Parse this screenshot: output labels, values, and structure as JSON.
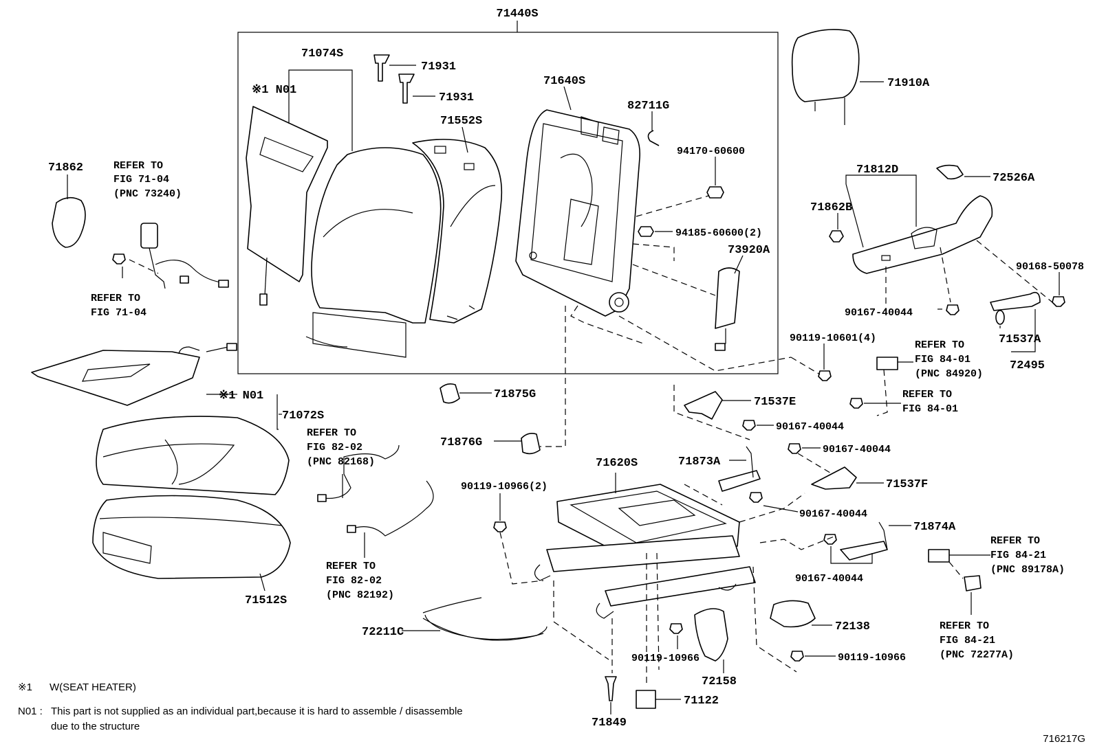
{
  "labels": {
    "l71440S": "71440S",
    "l71074S": "71074S",
    "l71931a": "71931",
    "l71931b": "71931",
    "l71640S": "71640S",
    "l82711G": "82711G",
    "l71552S": "71552S",
    "l94170": "94170-60600",
    "l94185": "94185-60600(2)",
    "l73920A": "73920A",
    "l71910A": "71910A",
    "l71812D": "71812D",
    "l72526A": "72526A",
    "l71862B": "71862B",
    "l90168": "90168-50078",
    "l90167a": "90167-40044",
    "l71537A": "71537A",
    "l72495": "72495",
    "l90119_10601": "90119-10601(4)",
    "l71862": "71862",
    "l71072S": "71072S",
    "l71512S": "71512S",
    "l71875G": "71875G",
    "l71876G": "71876G",
    "l71537E": "71537E",
    "l90167b": "90167-40044",
    "l90167c": "90167-40044",
    "l71537F": "71537F",
    "l71620S": "71620S",
    "l71873A": "71873A",
    "l90167d": "90167-40044",
    "l71874A": "71874A",
    "l90167e": "90167-40044",
    "l90119_10966x2": "90119-10966(2)",
    "l72211C": "72211C",
    "l72138": "72138",
    "l90119_10966a": "90119-10966",
    "l90119_10966b": "90119-10966",
    "l72158": "72158",
    "l71122": "71122",
    "l71849": "71849",
    "n01a": "※1 N01",
    "n01b": "※1 N01"
  },
  "refs": {
    "r1": [
      "REFER TO",
      "FIG 71-04",
      "(PNC 73240)"
    ],
    "r2": [
      "REFER TO",
      "FIG 71-04"
    ],
    "r3": [
      "REFER TO",
      "FIG 82-02",
      "(PNC 82168)"
    ],
    "r4": [
      "REFER TO",
      "FIG 82-02",
      "(PNC 82192)"
    ],
    "r5": [
      "REFER TO",
      "FIG 84-01",
      "(PNC 84920)"
    ],
    "r6": [
      "REFER TO",
      "FIG 84-01"
    ],
    "r7": [
      "REFER TO",
      "FIG 84-21",
      "(PNC 89178A)"
    ],
    "r8": [
      "REFER TO",
      "FIG 84-21",
      "(PNC 72277A)"
    ]
  },
  "notes": {
    "n1_key": "※1",
    "n1_text": "W(SEAT HEATER)",
    "n2_key": "N01 :",
    "n2_line1": "This part is not supplied as an individual part,because it is hard to assemble / disassemble",
    "n2_line2": "due to the structure"
  },
  "figure_id": "716217G"
}
